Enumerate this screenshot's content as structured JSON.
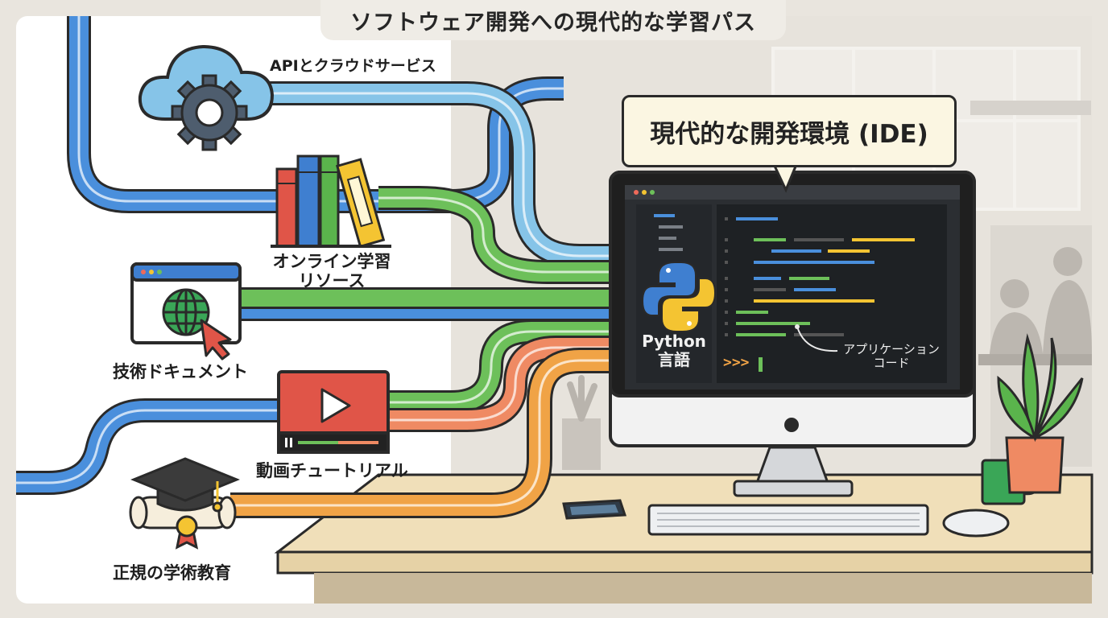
{
  "title": "ソフトウェア開発への現代的な学習パス",
  "ide_label": "現代的な開発環境 (IDE)",
  "sources": {
    "api": "APIとクラウドサービス",
    "online_line1": "オンライン学習",
    "online_line2": "リソース",
    "docs": "技術ドキュメント",
    "video": "動画チュートリアル",
    "education": "正規の学術教育"
  },
  "ide": {
    "python_line1": "Python",
    "python_line2": "言語",
    "prompt": ">>>",
    "app_line1": "アプリケーション",
    "app_line2": "コード"
  },
  "colors": {
    "blue": "#4a8fdc",
    "green": "#6dc05a",
    "orange": "#f0a346",
    "salmon": "#ef8a63",
    "lightblue": "#86c4e8"
  }
}
